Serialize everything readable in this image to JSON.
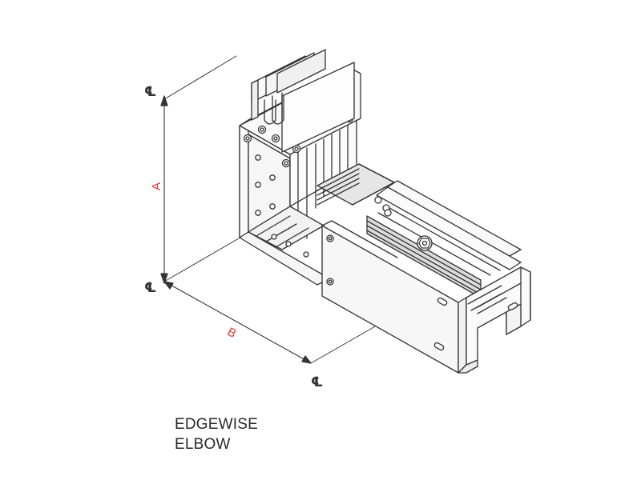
{
  "caption": {
    "line1": "EDGEWISE",
    "line2": "ELBOW"
  },
  "dimensions": {
    "a_label": "A",
    "b_label": "B"
  },
  "centerline_symbol": "℄",
  "colors": {
    "line": "#333333",
    "dimension_label": "#e03a3a",
    "panel_fill": "#f4f4f4",
    "busbar_fill": "#d8d8d8",
    "caption": "#2a2a2a"
  }
}
